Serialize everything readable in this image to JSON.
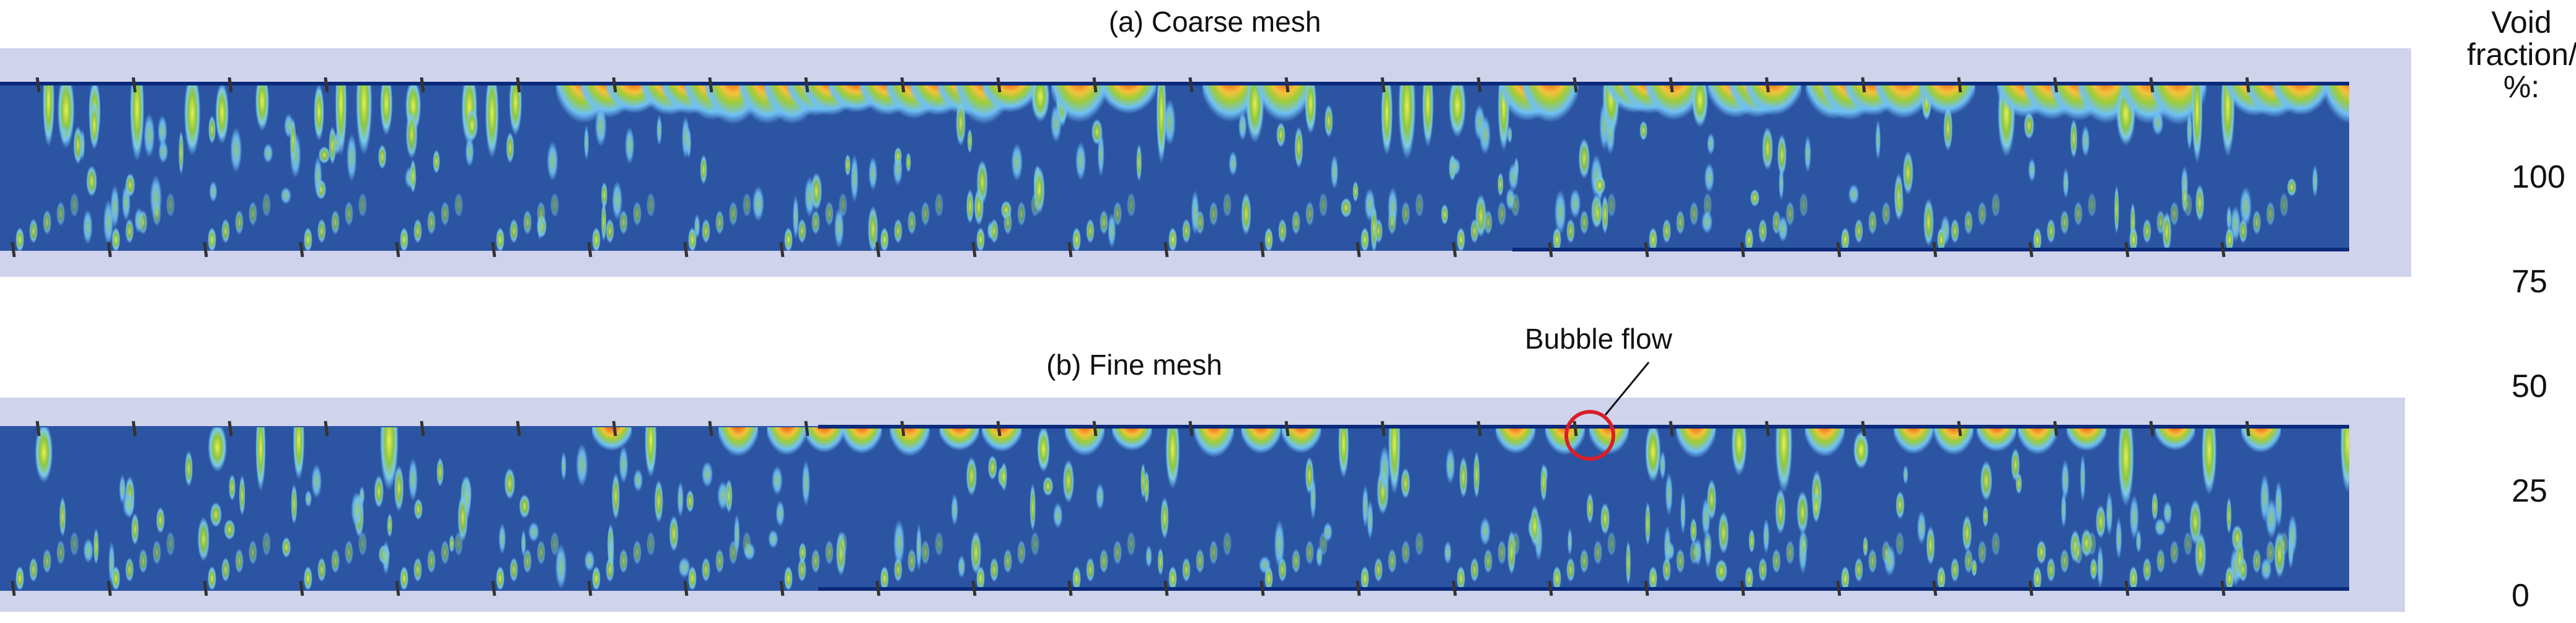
{
  "panels": [
    {
      "title": "(a) Coarse mesh",
      "mesh": "coarse"
    },
    {
      "title": "(b) Fine mesh",
      "mesh": "fine"
    }
  ],
  "annotation": {
    "text": "Bubble flow",
    "circle_color": "#d81e2a"
  },
  "colorbar": {
    "label_line1": "Void",
    "label_line2": "fraction/",
    "label_line3": "%:",
    "ticks": [
      "100",
      "75",
      "50",
      "25",
      "0"
    ],
    "range": [
      0,
      100
    ],
    "colors": [
      "#1f4a9a",
      "#6fc0f5",
      "#88c6b8",
      "#7dbb1e",
      "#e8ef55",
      "#f2a030",
      "#d81e1e"
    ]
  },
  "colors": {
    "liquid": "#2b55a3",
    "frame": "#cfd3ec",
    "wall": "#0c2a7a"
  }
}
